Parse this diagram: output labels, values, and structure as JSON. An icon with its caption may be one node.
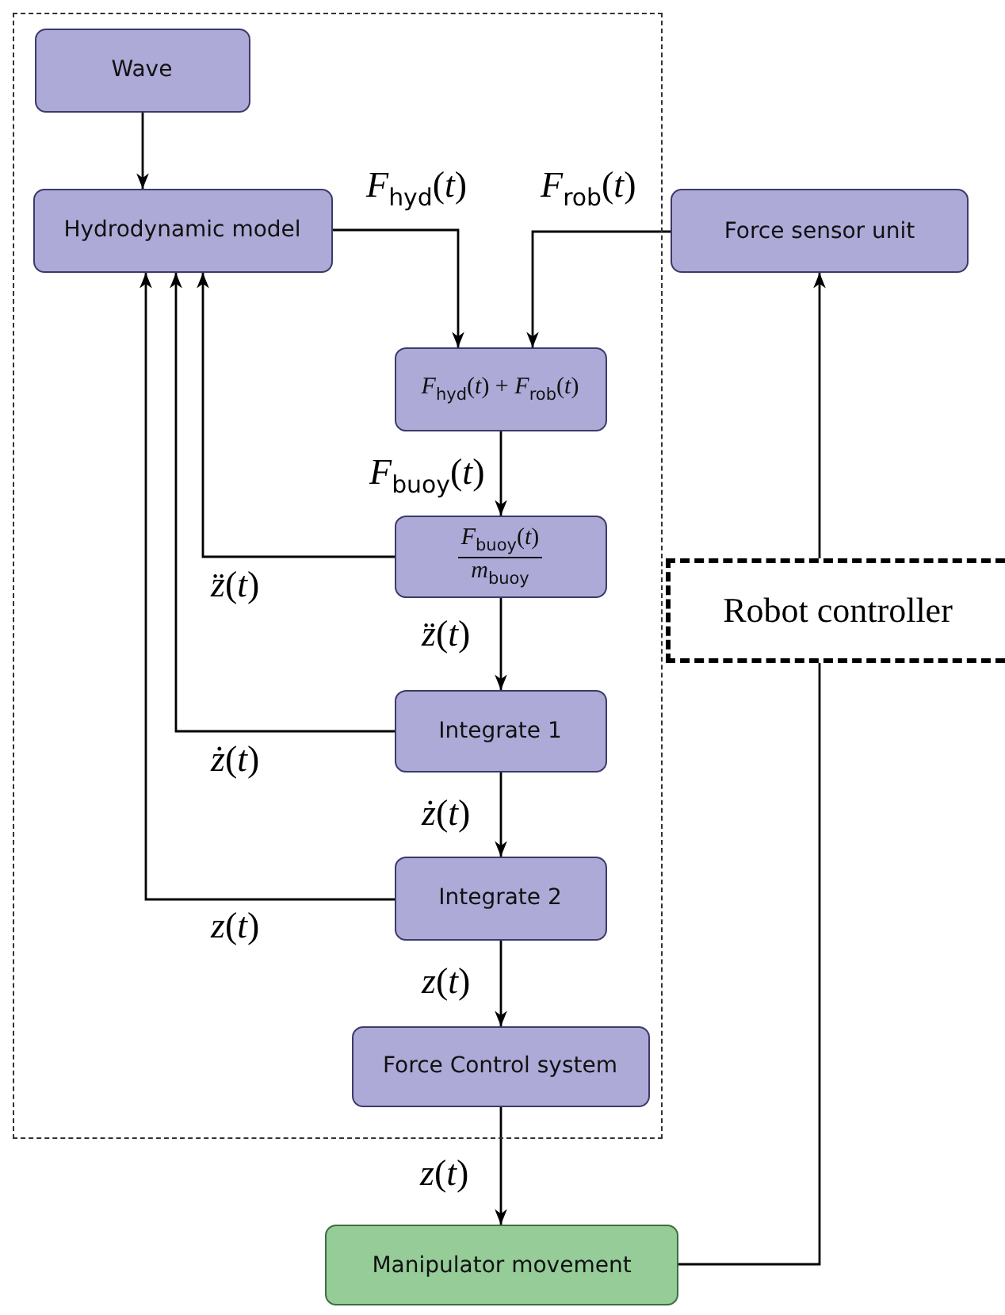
{
  "diagram": {
    "nodes": [
      {
        "text": [],
        "shape": "box"
      },
      {
        "text": [
          "Wave"
        ],
        "in": 0
      },
      {
        "text": [
          "Hydrodynamic model"
        ],
        "in": 0
      },
      {
        "text": [
          "Force sensor unit"
        ]
      },
      {
        "text": [
          "*F*$_{hyd}$(*t*) + *F*$_{rob}$(*t*)"
        ],
        "in": 0
      },
      {
        "text": [
          "*F*$_{buoy}$(*t*)",
          "*m*$_{buoy}$"
        ],
        "in": 0
      },
      {
        "text": [
          "Robot controller"
        ]
      },
      {
        "text": [
          "Integrate 1"
        ],
        "in": 0
      },
      {
        "text": [
          "Integrate 2"
        ],
        "in": 0
      },
      {
        "text": [
          "Force Control system"
        ],
        "in": 0
      },
      {
        "text": [
          "Manipulator movement"
        ]
      }
    ],
    "edges": [
      {
        "from": 1,
        "to": 2,
        "arrow": "to"
      },
      {
        "from": 2,
        "to": 4,
        "arrow": "to",
        "label": "*F*$_{hyd}$(*t*)"
      },
      {
        "from": 3,
        "to": 4,
        "arrow": "to",
        "label": "*F*$_{rob}$(*t*)"
      },
      {
        "from": 4,
        "to": 5,
        "arrow": "to",
        "label": "*F*$_{buoy}$(*t*)"
      },
      {
        "from": 5,
        "to": 2,
        "arrow": "to",
        "label": "*z̈*(*t*)"
      },
      {
        "from": 5,
        "to": 7,
        "arrow": "to",
        "label": "*z̈*(*t*)"
      },
      {
        "from": 7,
        "to": 2,
        "arrow": "to",
        "label": "*ż*(*t*)"
      },
      {
        "from": 7,
        "to": 8,
        "arrow": "to",
        "label": "*ż*(*t*)"
      },
      {
        "from": 8,
        "to": 2,
        "arrow": "to",
        "label": "*z*(*t*)"
      },
      {
        "from": 8,
        "to": 9,
        "arrow": "to",
        "label": "*z*(*t*)"
      },
      {
        "from": 9,
        "to": 10,
        "arrow": "to",
        "label": "*z*(*t*)"
      },
      {
        "from": 10,
        "to": 6,
        "arrow": "none"
      },
      {
        "from": 6,
        "to": 3,
        "arrow": "to"
      }
    ]
  }
}
